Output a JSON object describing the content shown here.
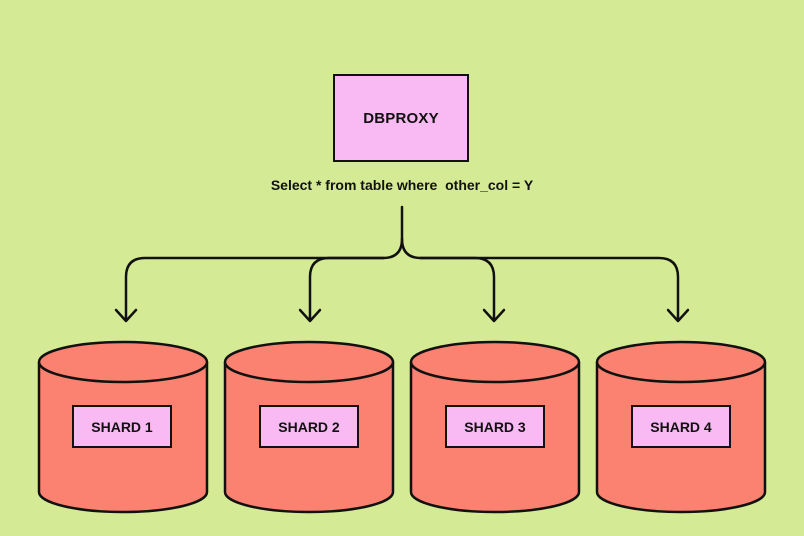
{
  "diagram": {
    "proxy_label": "DBPROXY",
    "query_text": "Select * from table where  other_col = Y",
    "shards": [
      {
        "label": "SHARD 1"
      },
      {
        "label": "SHARD 2"
      },
      {
        "label": "SHARD 3"
      },
      {
        "label": "SHARD 4"
      }
    ]
  },
  "colors": {
    "background": "#d5ea94",
    "proxy_fill": "#f9b9f2",
    "shard_body": "#fb8170",
    "label_fill": "#f9b9f2",
    "stroke": "#111111"
  }
}
